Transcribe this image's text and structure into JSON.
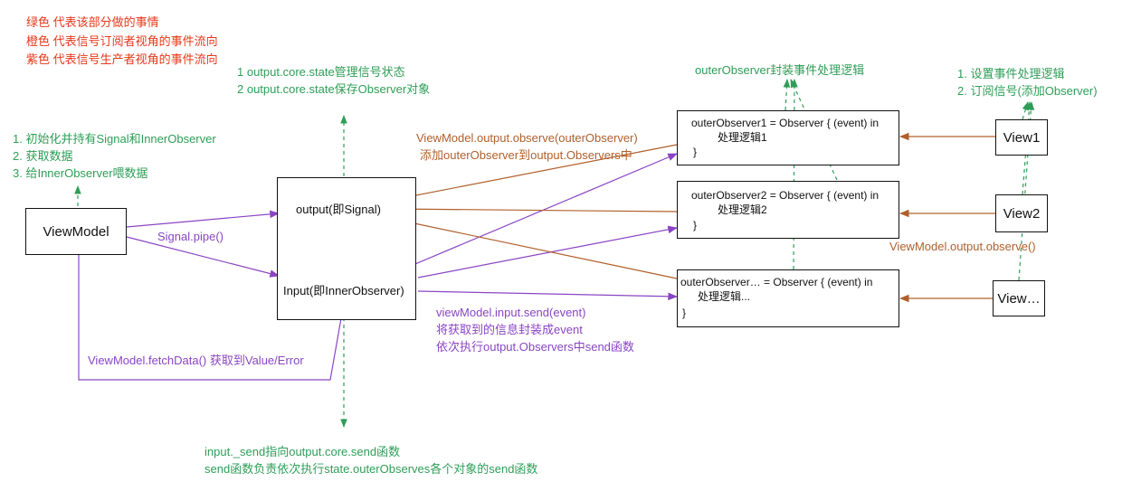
{
  "legend": [
    "绿色 代表该部分做的事情",
    "橙色 代表信号订阅者视角的事件流向",
    "紫色 代表信号生产者视角的事件流向"
  ],
  "colors": {
    "green": "#2e9e57",
    "brown": "#b0602c",
    "purple": "#8a45c4",
    "red": "#e8381b",
    "black": "#111111"
  },
  "nodes": {
    "viewmodel": "ViewModel",
    "output": "output(即Signal)",
    "input": "Input(即InnerObserver)",
    "view1": "View1",
    "view2": "View2",
    "view3": "View…",
    "observer1": {
      "line1": "outerObserver1 = Observer { (event) in",
      "line2": "处理逻辑1",
      "line3": "}"
    },
    "observer2": {
      "line1": "outerObserver2 = Observer { (event) in",
      "line2": "处理逻辑2",
      "line3": "}"
    },
    "observer3": {
      "line1": "outerObserver… = Observer { (event) in",
      "line2": "处理逻辑...",
      "line3": "}"
    }
  },
  "notes": {
    "viewmodel": [
      "1. 初始化并持有Signal和InnerObserver",
      "2. 获取数据",
      "3. 给InnerObserver喂数据"
    ],
    "output": [
      "1 output.core.state管理信号状态",
      "2 output.core.state保存Observer对象"
    ],
    "input": [
      "input._send指向output.core.send函数",
      "send函数负责依次执行state.outerObserves各个对象的send函数"
    ],
    "observers": [
      "outerObserver封装事件处理逻辑"
    ],
    "views": [
      "1. 设置事件处理逻辑",
      "2. 订阅信号(添加Observer)"
    ]
  },
  "labels": {
    "signal_pipe": "Signal.pipe()",
    "fetch_data": "ViewModel.fetchData() 获取到Value/Error",
    "observe_call": [
      "ViewModel.output.observe(outerObserver)",
      "添加outerObserver到output.Observers中"
    ],
    "send_call": [
      "viewModel.input.send(event)",
      "将获取到的信息封装成event",
      "依次执行output.Observers中send函数"
    ],
    "view_observe": "ViewModel.output.observe()"
  }
}
